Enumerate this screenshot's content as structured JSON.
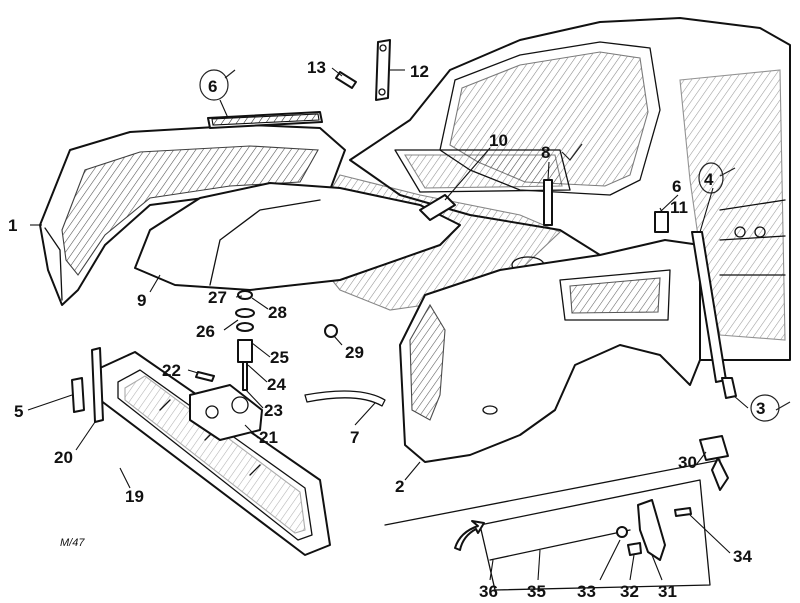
{
  "diagram": {
    "type": "exploded-parts-view",
    "reference_code": "M/47",
    "part_labels": [
      {
        "id": "1",
        "text": "1"
      },
      {
        "id": "2",
        "text": "2"
      },
      {
        "id": "3",
        "text": "3"
      },
      {
        "id": "4",
        "text": "4"
      },
      {
        "id": "5",
        "text": "5"
      },
      {
        "id": "6a",
        "text": "6"
      },
      {
        "id": "6b",
        "text": "6"
      },
      {
        "id": "7",
        "text": "7"
      },
      {
        "id": "8",
        "text": "8"
      },
      {
        "id": "9",
        "text": "9"
      },
      {
        "id": "10",
        "text": "10"
      },
      {
        "id": "11",
        "text": "11"
      },
      {
        "id": "12",
        "text": "12"
      },
      {
        "id": "13",
        "text": "13"
      },
      {
        "id": "19",
        "text": "19"
      },
      {
        "id": "20",
        "text": "20"
      },
      {
        "id": "21",
        "text": "21"
      },
      {
        "id": "22",
        "text": "22"
      },
      {
        "id": "23",
        "text": "23"
      },
      {
        "id": "24",
        "text": "24"
      },
      {
        "id": "25",
        "text": "25"
      },
      {
        "id": "26",
        "text": "26"
      },
      {
        "id": "27",
        "text": "27"
      },
      {
        "id": "28",
        "text": "28"
      },
      {
        "id": "29",
        "text": "29"
      },
      {
        "id": "30",
        "text": "30"
      },
      {
        "id": "31",
        "text": "31"
      },
      {
        "id": "32",
        "text": "32"
      },
      {
        "id": "33",
        "text": "33"
      },
      {
        "id": "34",
        "text": "34"
      },
      {
        "id": "35",
        "text": "35"
      },
      {
        "id": "36",
        "text": "36"
      }
    ]
  }
}
